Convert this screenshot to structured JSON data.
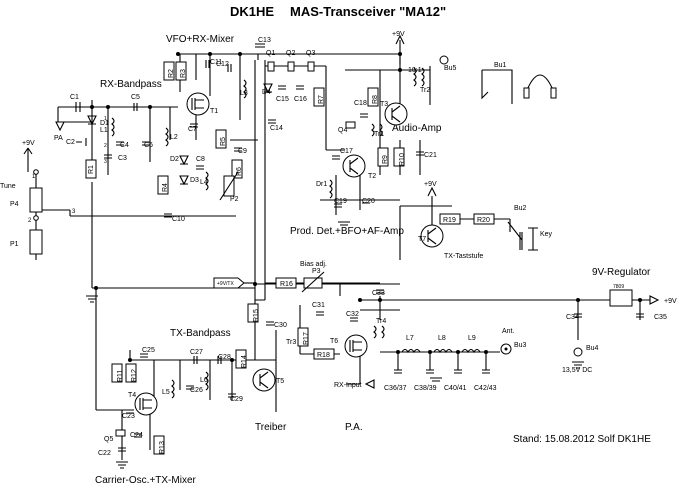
{
  "header": {
    "callsign": "DK1HE",
    "title": "MAS-Transceiver \"MA12\""
  },
  "sections": {
    "vfo": "VFO+RX-Mixer",
    "rx_bandpass": "RX-Bandpass",
    "audio_amp": "Audio-Amp",
    "prod_det": "Prod. Det.+BFO+AF-Amp",
    "tx_bandpass": "TX-Bandpass",
    "regulator": "9V-Regulator",
    "treiber": "Treiber",
    "pa": "P.A.",
    "carrier": "Carrier-Osc.+TX-Mixer",
    "tx_taststufe": "TX-Taststufe"
  },
  "footer": {
    "stand": "Stand: 15.08.2012  Solf  DK1HE"
  },
  "labels": {
    "tune": "Tune",
    "p4": "P4",
    "p1": "P1",
    "pa_port": "PA",
    "plus9v": "+9V",
    "plus9vtx": "+9V/TX",
    "bias": "Bias adj.",
    "p3": "P3",
    "ant": "Ant.",
    "rx_input": "RX-Input",
    "key": "Key",
    "supply": "13,5V DC",
    "reg_ic": "7809",
    "ratio": "10:1",
    "tr3": "Tr3"
  },
  "parts": {
    "R": [
      "R1",
      "R2",
      "R3",
      "R4",
      "R5",
      "R6",
      "R7",
      "R8",
      "R9",
      "R10",
      "R11",
      "R12",
      "R13",
      "R14",
      "R15",
      "R16",
      "R17",
      "R18",
      "R19",
      "R20"
    ],
    "C": [
      "C1",
      "C2",
      "C3",
      "C4",
      "C5",
      "C6",
      "C7",
      "C8",
      "C9",
      "C10",
      "C11",
      "C12",
      "C13",
      "C14",
      "C15",
      "C16",
      "C17",
      "C18",
      "C19",
      "C20",
      "C21",
      "C22",
      "C23",
      "C24",
      "C25",
      "C26",
      "C27",
      "C28",
      "C29",
      "C30",
      "C31",
      "C32",
      "C33",
      "C34",
      "C35",
      "C36/37",
      "C38/39",
      "C40/41",
      "C42/43"
    ],
    "L": [
      "L1",
      "L2",
      "L3",
      "L4",
      "L5",
      "L6",
      "L7",
      "L8",
      "L9"
    ],
    "T": [
      "T1",
      "T2",
      "T3",
      "T4",
      "T5",
      "T6",
      "T7"
    ],
    "Q": [
      "Q1",
      "Q2",
      "Q3",
      "Q4",
      "Q5"
    ],
    "D": [
      "D1",
      "D2",
      "D3",
      "D4"
    ],
    "Tr": [
      "Tr1",
      "Tr2",
      "Tr4"
    ],
    "P": [
      "P2"
    ],
    "Bu": [
      "Bu1",
      "Bu2",
      "Bu3",
      "Bu4",
      "Bu5"
    ],
    "Dr": [
      "Dr1"
    ]
  },
  "pins": [
    "1",
    "2",
    "3",
    "1",
    "2",
    "3"
  ]
}
